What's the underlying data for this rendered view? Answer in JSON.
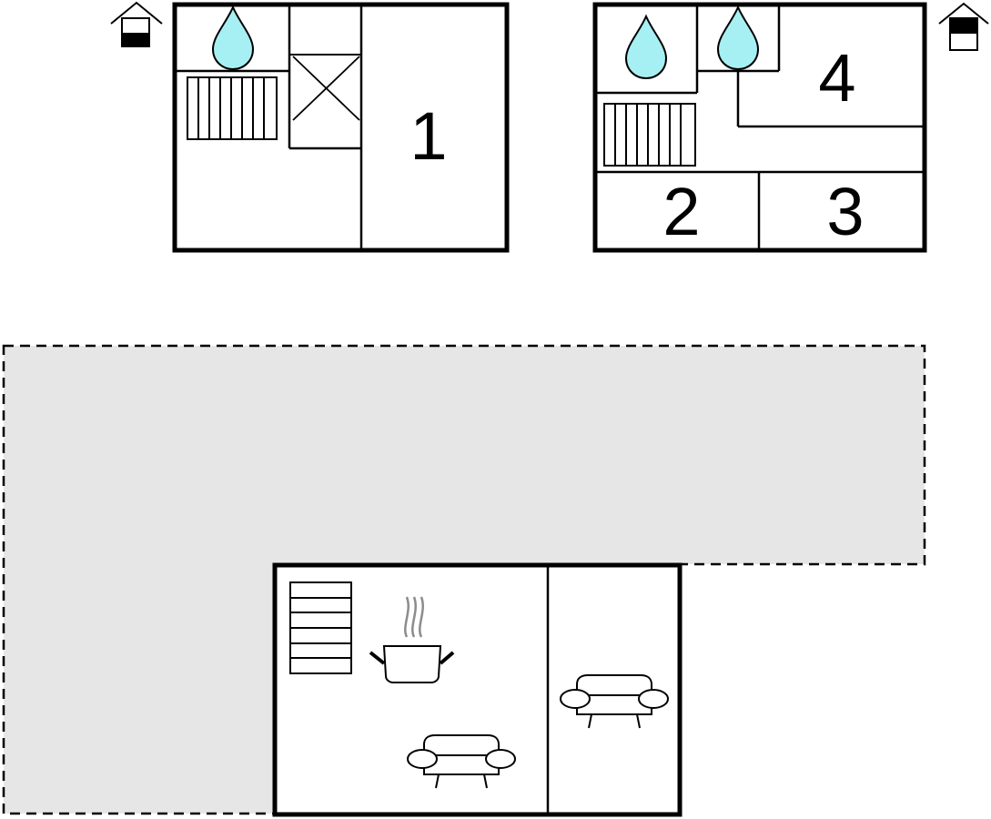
{
  "rooms": {
    "bedroom_1": "1",
    "bedroom_2": "2",
    "bedroom_3": "3",
    "bedroom_4": "4"
  },
  "icons": {
    "water_drop": "water-drop-icon",
    "radiator": "radiator-icon",
    "stairs_void": "stairwell-icon",
    "floor_indicator": "house-floor-icon",
    "cooking_pot": "cooking-pot-icon",
    "sofa": "sofa-icon",
    "stairs": "stairs-icon"
  },
  "colors": {
    "wall": "#000000",
    "water": "#a6f0f3",
    "terrace": "#e6e6e6",
    "steam": "#8c8c8c"
  }
}
